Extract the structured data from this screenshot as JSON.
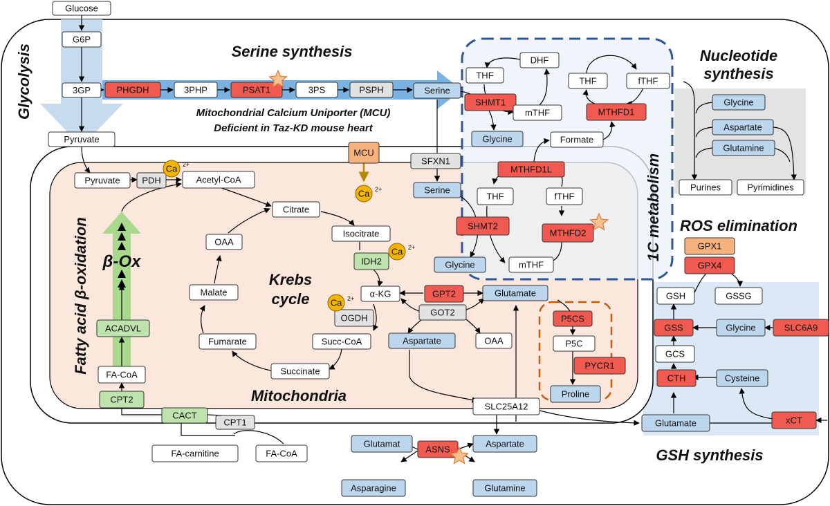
{
  "colors": {
    "white_box": "#ffffff",
    "blue_box": "#bcd6ee",
    "red_box": "#f05a50",
    "gray_box": "#e2e2e2",
    "green_box": "#bfe3ad",
    "orange_box": "#f6b27e",
    "cell_border": "#000000",
    "mito_fill": "#fbe7dc",
    "onec_fill": "#e9f1f8",
    "onec_border": "#2f5597",
    "proline_border": "#c55a11",
    "nucleotide_fill": "#e3e3e3",
    "gsh_fill": "#dbe8f5",
    "glycolysis_arrow": "#c7dbef",
    "serine_arrow": "#7ab2e1",
    "beta_ox_arrow": "#a9d98c",
    "calcium": "#f4b400",
    "star": "#f6c18c"
  },
  "headings": {
    "glycolysis": "Glycolysis",
    "serine_synthesis": "Serine synthesis",
    "mcu_line1": "Mitochondrial Calcium Uniporter (MCU)",
    "mcu_line2": "Deficient in Taz-KD mouse heart",
    "nucleotide_line1": "Nucleotide",
    "nucleotide_line2": "synthesis",
    "one_c": "1C metabolism",
    "ros": "ROS elimination",
    "fatty_acid": "Fatty acid β-oxidation",
    "beta_ox": "β-Ox",
    "krebs_line1": "Krebs",
    "krebs_line2": "cycle",
    "mitochondria": "Mitochondria",
    "gsh_synthesis": "GSH synthesis"
  },
  "calcium": {
    "symbol": "Ca",
    "charge": "2+"
  },
  "nodes": {
    "glucose": "Glucose",
    "g6p": "G6P",
    "3gp": "3GP",
    "pyruvate_cyto": "Pyruvate",
    "phgdh": "PHGDH",
    "3php": "3PHP",
    "psat1": "PSAT1",
    "3ps": "3PS",
    "psph": "PSPH",
    "serine_cyto": "Serine",
    "thf_c1": "THF",
    "dhf": "DHF",
    "shmt1": "SHMT1",
    "mthf_c": "mTHF",
    "glycine_c": "Glycine",
    "thf_c2": "THF",
    "fthf_c": "fTHF",
    "mthfd1": "MTHFD1",
    "formate": "Formate",
    "mcu": "MCU",
    "sfxn1": "SFXN1",
    "serine_mito": "Serine",
    "mthfd1l": "MTHFD1L",
    "thf_m": "THF",
    "fthf_m": "fTHF",
    "shmt2": "SHMT2",
    "mthfd2": "MTHFD2",
    "glycine_m": "Glycine",
    "mthf_m": "mTHF",
    "glycine_n": "Glycine",
    "aspartate_n": "Aspartate",
    "glutamine_n": "Glutamine",
    "purines": "Purines",
    "pyrimidines": "Pyrimidines",
    "pyruvate_mito": "Pyruvate",
    "pdh": "PDH",
    "acetyl_coa": "Acetyl-CoA",
    "citrate": "Citrate",
    "isocitrate": "Isocitrate",
    "idh2": "IDH2",
    "oaa": "OAA",
    "malate": "Malate",
    "akg": "α-KG",
    "ogdh": "OGDH",
    "fumarate": "Fumarate",
    "succ_coa": "Succ-CoA",
    "succinate": "Succinate",
    "gpt2": "GPT2",
    "glutamate_m": "Glutamate",
    "got2": "GOT2",
    "aspartate_m": "Aspartate",
    "oaa2": "OAA",
    "p5cs": "P5CS",
    "p5c": "P5C",
    "pycr1": "PYCR1",
    "proline": "Proline",
    "acadvl": "ACADVL",
    "fa_coa_m": "FA-CoA",
    "cpt2": "CPT2",
    "cact": "CACT",
    "cpt1": "CPT1",
    "fa_carnitine": "FA-carnitine",
    "fa_coa_c": "FA-CoA",
    "slc25a12": "SLC25A12",
    "glutamat_c": "Glutamat",
    "aspartate_c": "Aspartate",
    "asns": "ASNS",
    "asparagine": "Asparagine",
    "glutamine_c": "Glutamine",
    "gpx1": "GPX1",
    "gpx4": "GPX4",
    "gsh": "GSH",
    "gssg": "GSSG",
    "gss": "GSS",
    "glycine_g": "Glycine",
    "slc6a9": "SLC6A9",
    "gcs": "GCS",
    "cth": "CTH",
    "cysteine": "Cysteine",
    "glutamate_g": "Glutamate",
    "xct": "xCT"
  }
}
